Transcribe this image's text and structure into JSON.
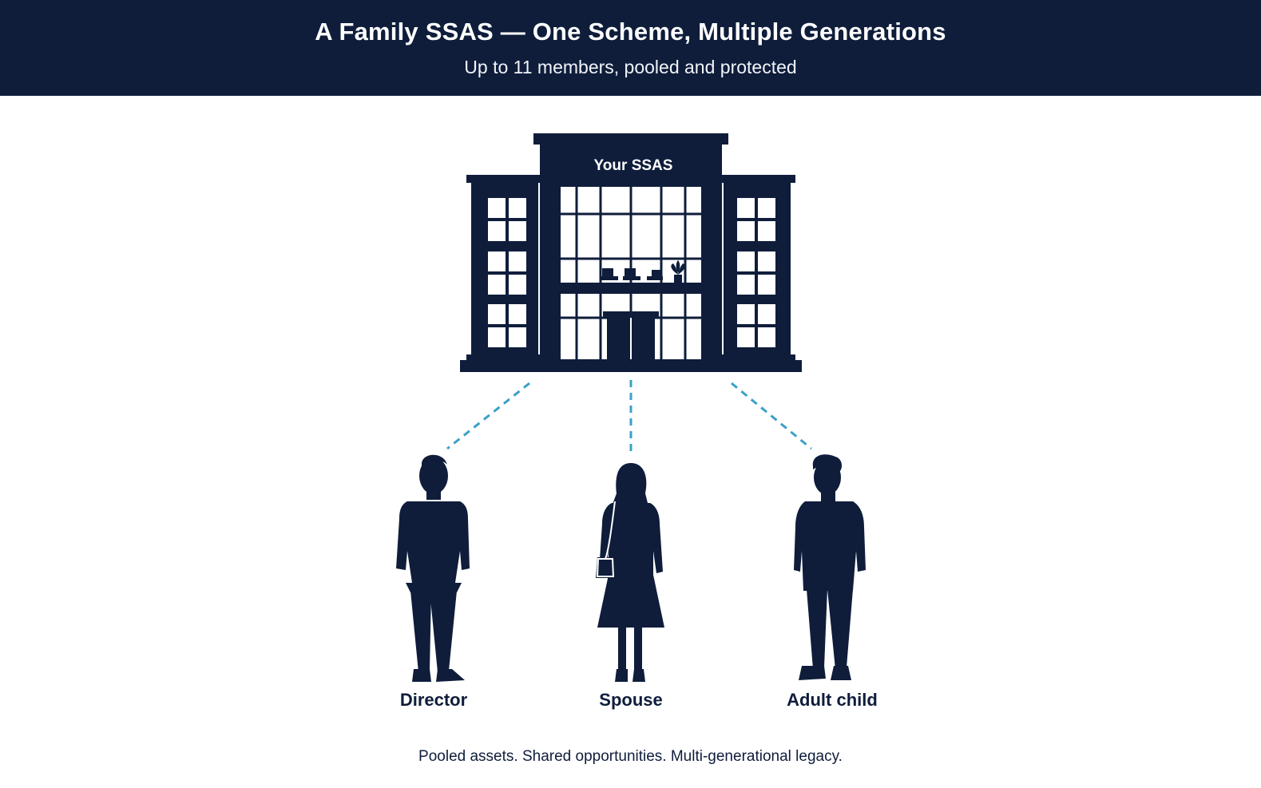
{
  "header": {
    "title": "A Family SSAS — One Scheme, Multiple Generations",
    "subtitle": "Up to 11 members, pooled and protected"
  },
  "building": {
    "sign": "Your SSAS",
    "icon": "office-building-icon"
  },
  "members": [
    {
      "label": "Director",
      "icon": "man-silhouette-icon"
    },
    {
      "label": "Spouse",
      "icon": "woman-silhouette-icon"
    },
    {
      "label": "Adult child",
      "icon": "young-man-silhouette-icon"
    }
  ],
  "tagline": "Pooled assets. Shared opportunities. Multi-generational legacy.",
  "colors": {
    "navy": "#0f1d3b",
    "connector": "#3aa0c8",
    "background": "#ffffff"
  }
}
